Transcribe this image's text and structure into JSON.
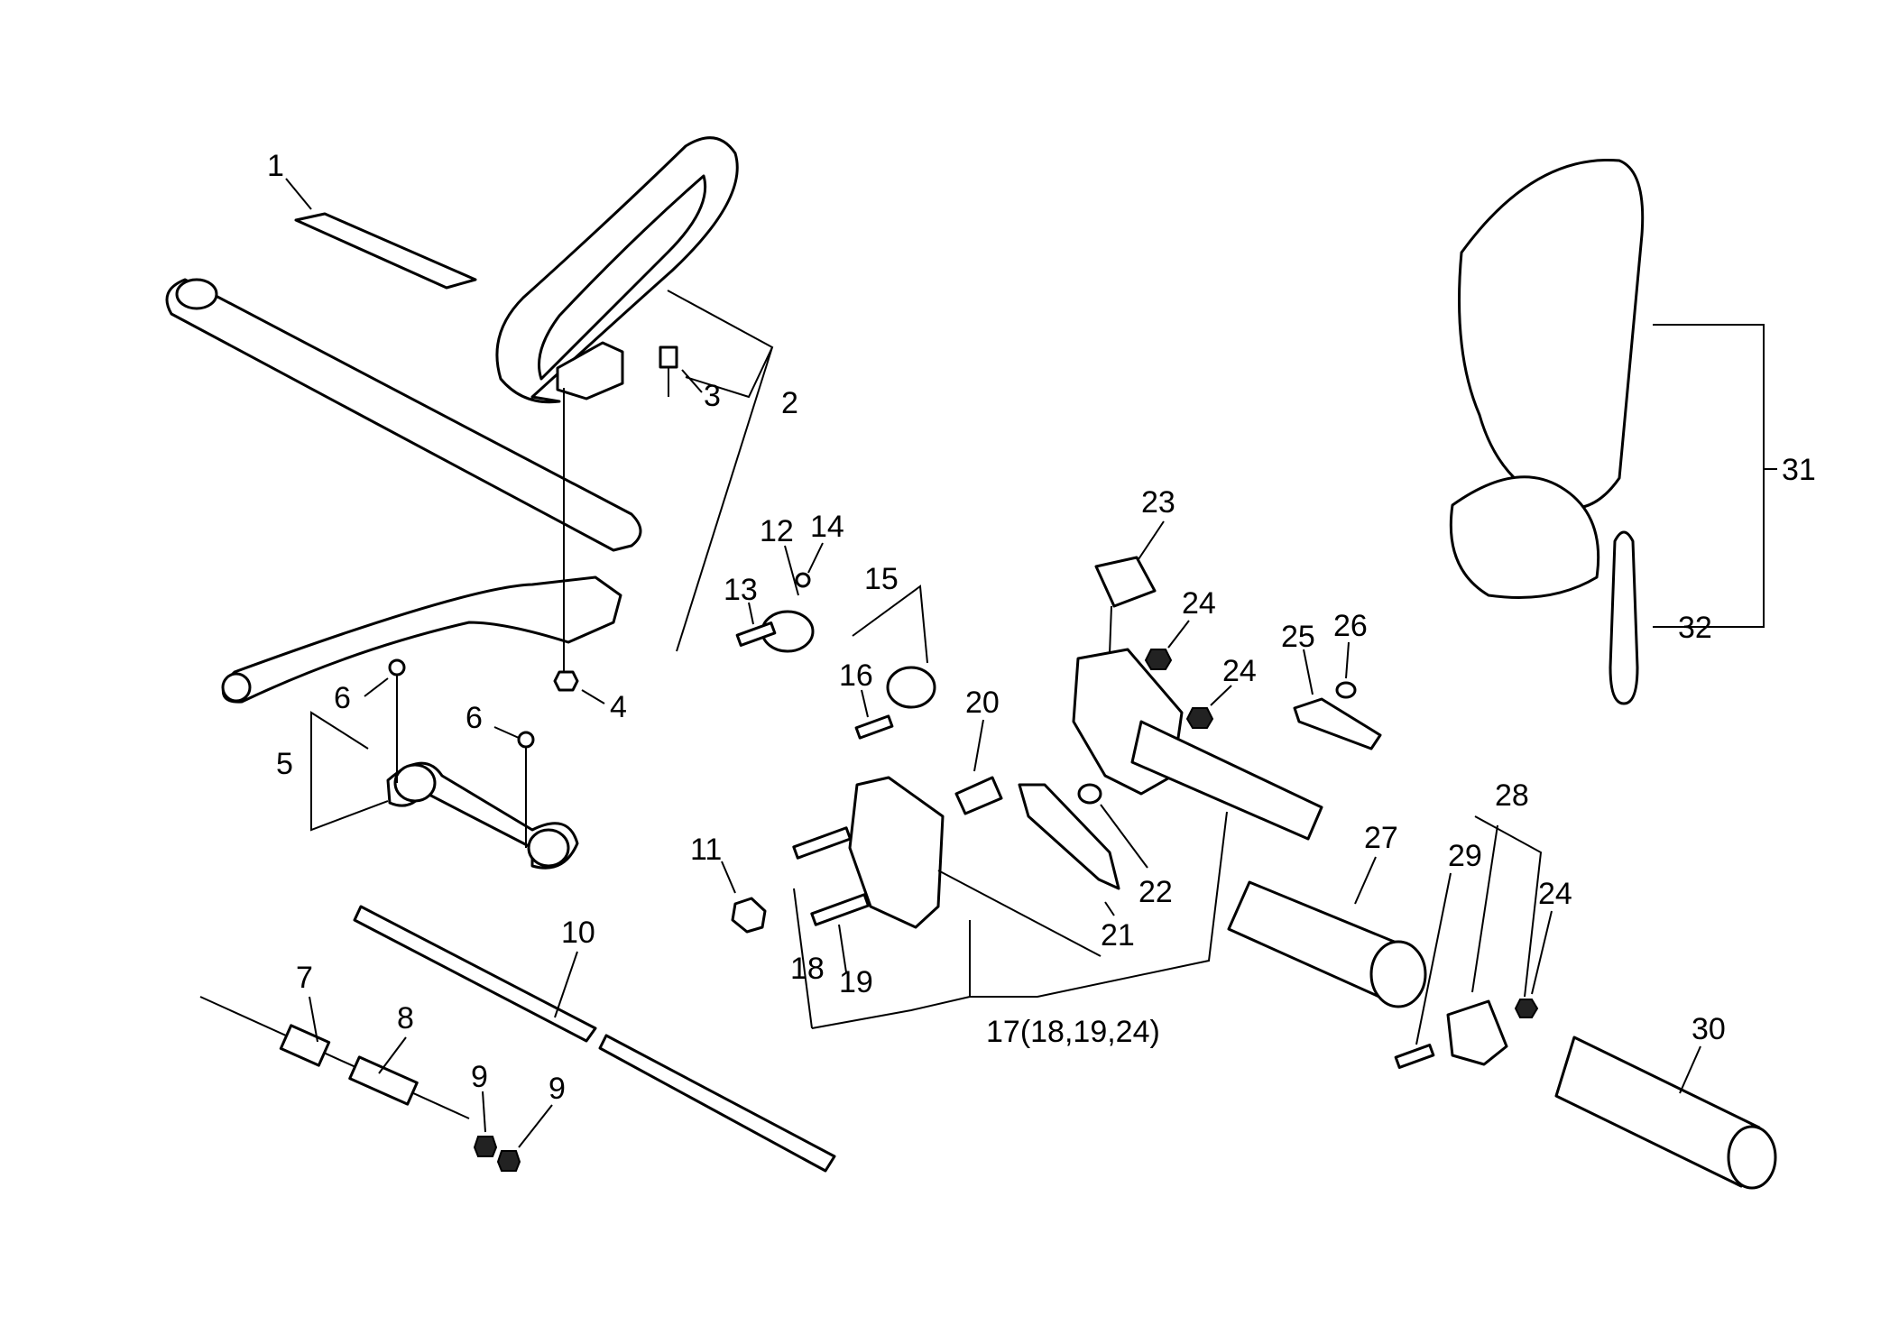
{
  "callouts": {
    "c1": "1",
    "c2": "2",
    "c3": "3",
    "c4": "4",
    "c5": "5",
    "c6a": "6",
    "c6b": "6",
    "c7": "7",
    "c8": "8",
    "c9a": "9",
    "c9b": "9",
    "c10": "10",
    "c11": "11",
    "c12": "12",
    "c13": "13",
    "c14": "14",
    "c15": "15",
    "c16": "16",
    "c17": "17(18,19,24)",
    "c18": "18",
    "c19": "19",
    "c20": "20",
    "c21": "21",
    "c22": "22",
    "c23": "23",
    "c24a": "24",
    "c24b": "24",
    "c24c": "24",
    "c25": "25",
    "c26": "26",
    "c27": "27",
    "c28": "28",
    "c29": "29",
    "c30": "30",
    "c31": "31",
    "c32": "32"
  },
  "colors": {
    "ink": "#000000",
    "paper": "#ffffff"
  }
}
